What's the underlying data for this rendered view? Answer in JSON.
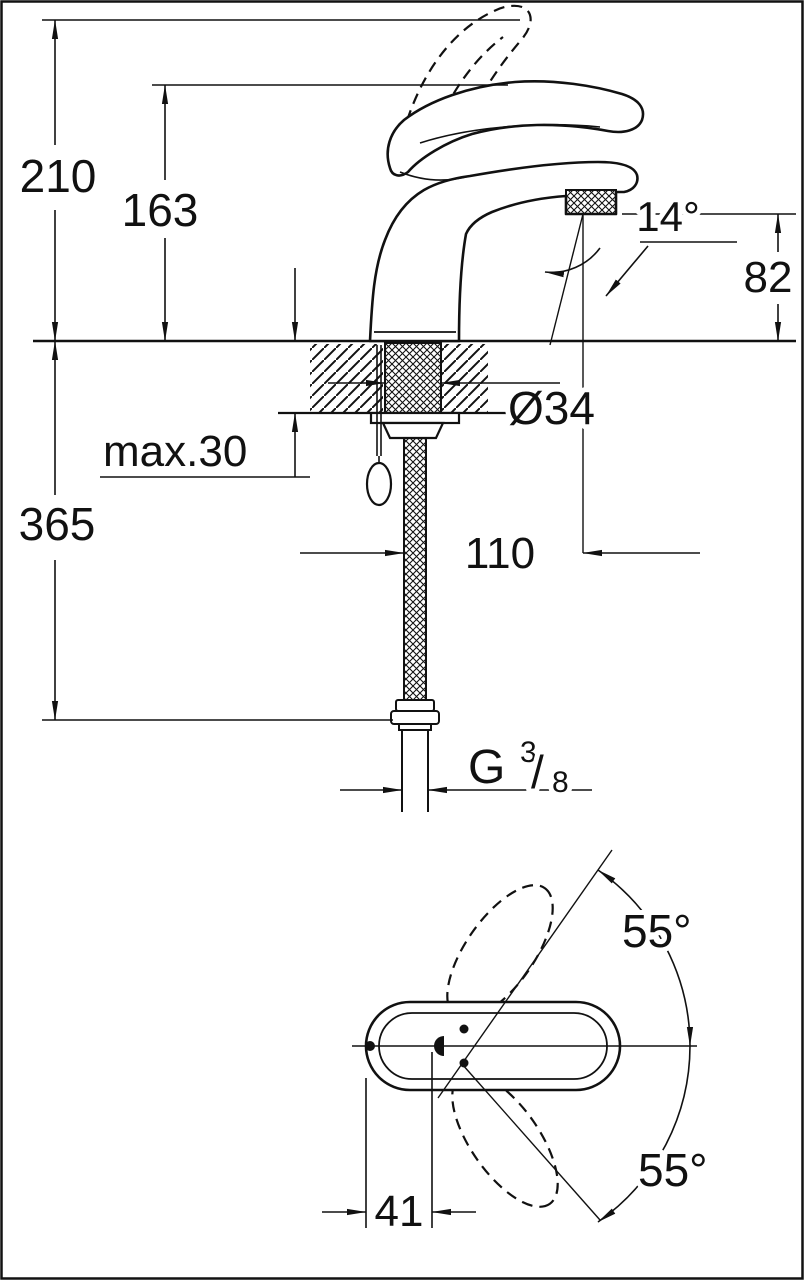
{
  "colors": {
    "ink": "#111111",
    "background": "#ffffff"
  },
  "side_view": {
    "overall_height": "210",
    "lever_height": "163",
    "spout_angle": "14°",
    "spout_height": "82",
    "shank_diameter": "Ø34",
    "max_mounting_thickness": "max.30",
    "supply_length": "365",
    "spout_projection": "110",
    "thread": {
      "prefix": "G",
      "numerator": "3",
      "slash": "/",
      "denominator": "8"
    }
  },
  "top_view": {
    "handle_swing_upper": "55°",
    "handle_swing_lower": "55°",
    "handle_offset": "41"
  }
}
